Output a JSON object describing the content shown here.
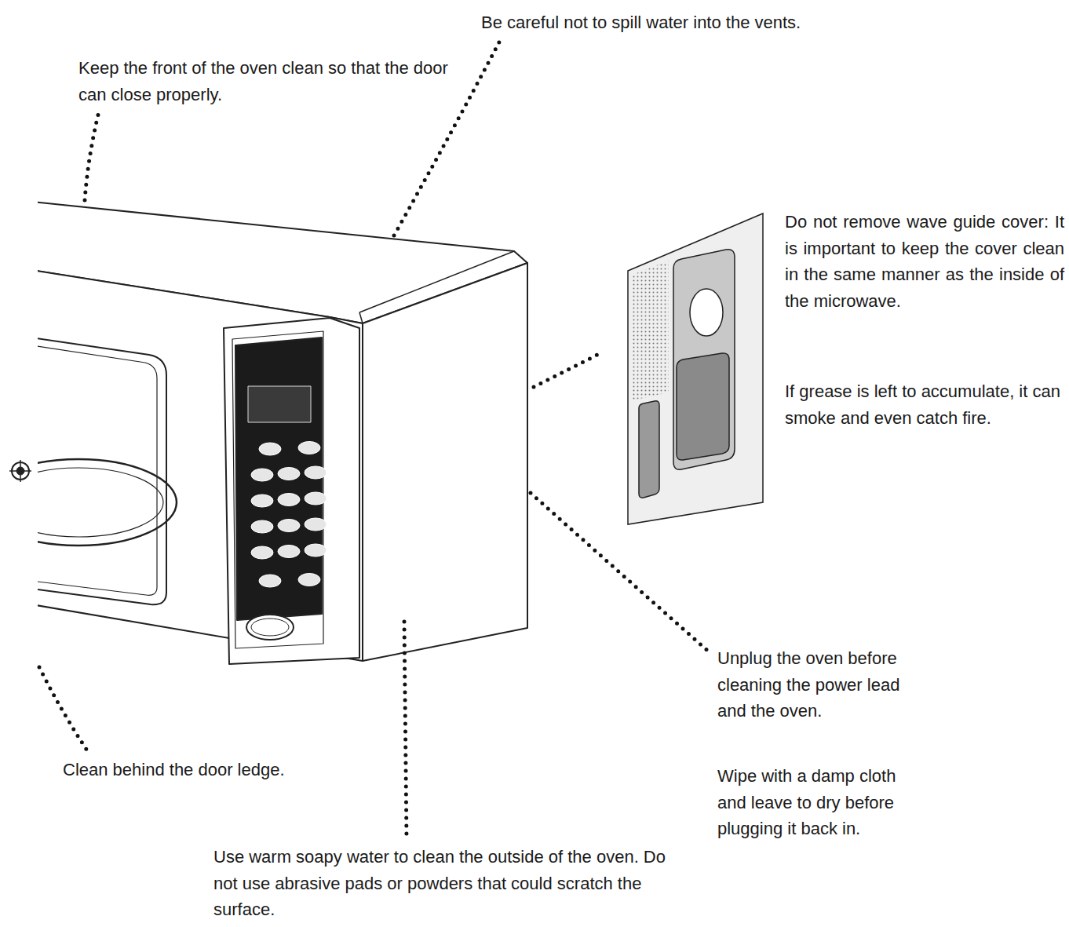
{
  "diagram": {
    "labels": [
      "Be careful not to spill water into the vents.",
      "Keep the front of the oven clean so that the door can close properly.",
      "Do not remove wave guide cover: It is important to keep the cover clean in the same manner as the inside of the microwave.",
      "If grease is left to accumulate, it can smoke and even catch fire.",
      "Unplug the oven before cleaning the power lead and the oven.",
      "Wipe with a damp cloth and leave to dry before plugging it back in.",
      "Clean behind the door ledge.",
      "Use warm soapy water to clean the outside of the oven. Do not use abrasive pads or powders that could scratch the surface."
    ]
  }
}
